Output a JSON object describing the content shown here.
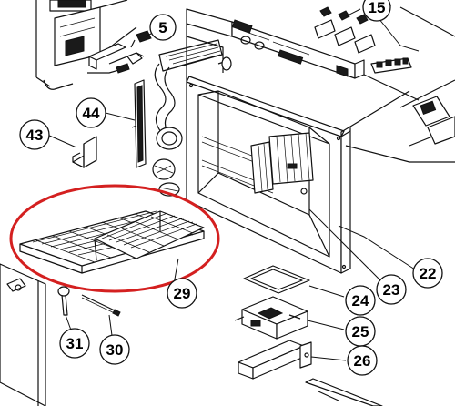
{
  "callouts": {
    "c15": "15",
    "c5": "5",
    "c44": "44",
    "c43": "43",
    "c29": "29",
    "c22": "22",
    "c23": "23",
    "c24": "24",
    "c25": "25",
    "c26": "26",
    "c31": "31",
    "c30": "30"
  },
  "highlight_color": "#d42020"
}
